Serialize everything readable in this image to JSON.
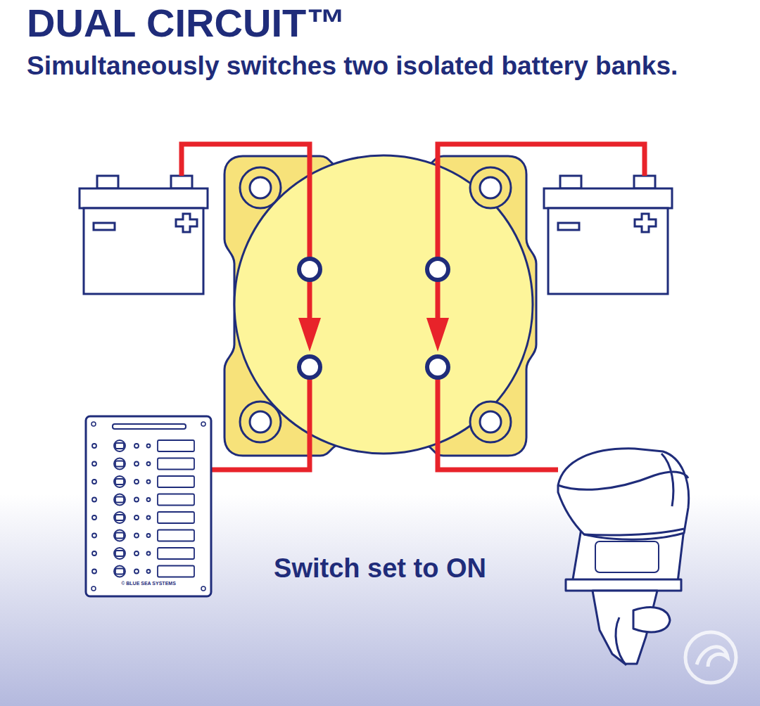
{
  "diagram": {
    "title": "DUAL CIRCUIT™",
    "labels": [
      "Simultaneously switches two isolated battery banks.",
      "Switch set to ON",
      "© BLUE SEA SYSTEMS"
    ]
  }
}
